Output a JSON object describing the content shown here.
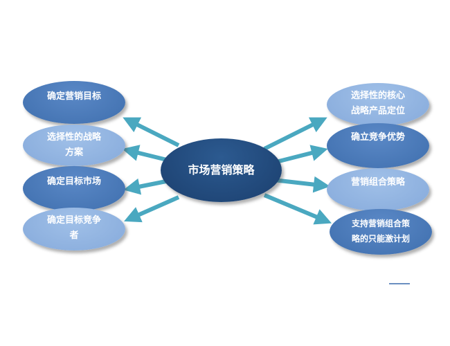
{
  "center": {
    "label": "市场营销策略"
  },
  "left": [
    {
      "lines": [
        "确定营销目标"
      ]
    },
    {
      "lines": [
        "选择性的战略",
        "方案"
      ]
    },
    {
      "lines": [
        "确定目标市场"
      ]
    },
    {
      "lines": [
        "确定目标竞争",
        "者"
      ]
    }
  ],
  "right": [
    {
      "lines": [
        "选择性的核心",
        "战略产品定位"
      ]
    },
    {
      "lines": [
        "确立竞争优势"
      ]
    },
    {
      "lines": [
        "营销组合策略"
      ]
    },
    {
      "lines": [
        "支持营销组合策",
        "略的只能激计划"
      ]
    }
  ],
  "colors": {
    "dark": "#4a78b8",
    "light": "#8db0de",
    "center": "#1f4577",
    "arrow": "#4aa8c0"
  }
}
